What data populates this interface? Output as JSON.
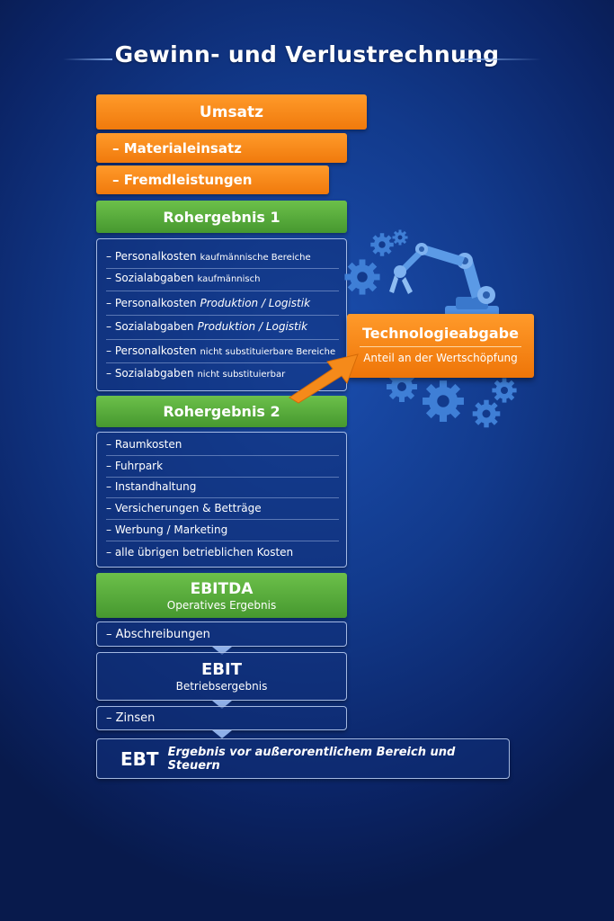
{
  "title": "Gewinn- und Verlustrechnung",
  "steps": {
    "umsatz": "Umsatz",
    "materialeinsatz": "– Materialeinsatz",
    "fremdleistungen": "– Fremdleistungen",
    "rohergebnis1": "Rohergebnis 1",
    "personal_block": {
      "items": [
        {
          "main": "– Personalkosten",
          "rest": "kaufmännische Bereiche",
          "style": "normal"
        },
        {
          "main": "– Sozialabgaben",
          "rest": "kaufmännisch",
          "style": "normal"
        },
        {
          "main": "– Personalkosten",
          "rest": "Produktion / Logistik",
          "style": "italic"
        },
        {
          "main": "– Sozialabgaben",
          "rest": "Produktion / Logistik",
          "style": "italic"
        },
        {
          "main": "– Personalkosten",
          "rest": "nicht substituierbare Bereiche",
          "style": "small"
        },
        {
          "main": "– Sozialabgaben",
          "rest": "nicht substituierbar",
          "style": "small"
        }
      ]
    },
    "rohergebnis2": "Rohergebnis 2",
    "kosten_block": {
      "items": [
        "– Raumkosten",
        "– Fuhrpark",
        "– Instandhaltung",
        "– Versicherungen & Betträge",
        "– Werbung / Marketing",
        "– alle übrigen betrieblichen Kosten"
      ]
    },
    "ebitda": {
      "main": "EBITDA",
      "sub": "Operatives Ergebnis"
    },
    "abschreibungen": "– Abschreibungen",
    "ebit": {
      "main": "EBIT",
      "sub": "Betriebsergebnis"
    },
    "zinsen": "– Zinsen",
    "ebt": {
      "main": "EBT",
      "sub": "Ergebnis vor außerorentlichem Bereich und Steuern"
    }
  },
  "technology": {
    "main": "Technologieabgabe",
    "sub": "Anteil an der Wertschöpfung",
    "illustration": "robot-arm-with-gears-icon"
  },
  "colors": {
    "background": "#123a8c",
    "orange": "#f58a1a",
    "green": "#5cae3d",
    "box_border": "#bed2f5",
    "gears": "#3f7fd6"
  }
}
